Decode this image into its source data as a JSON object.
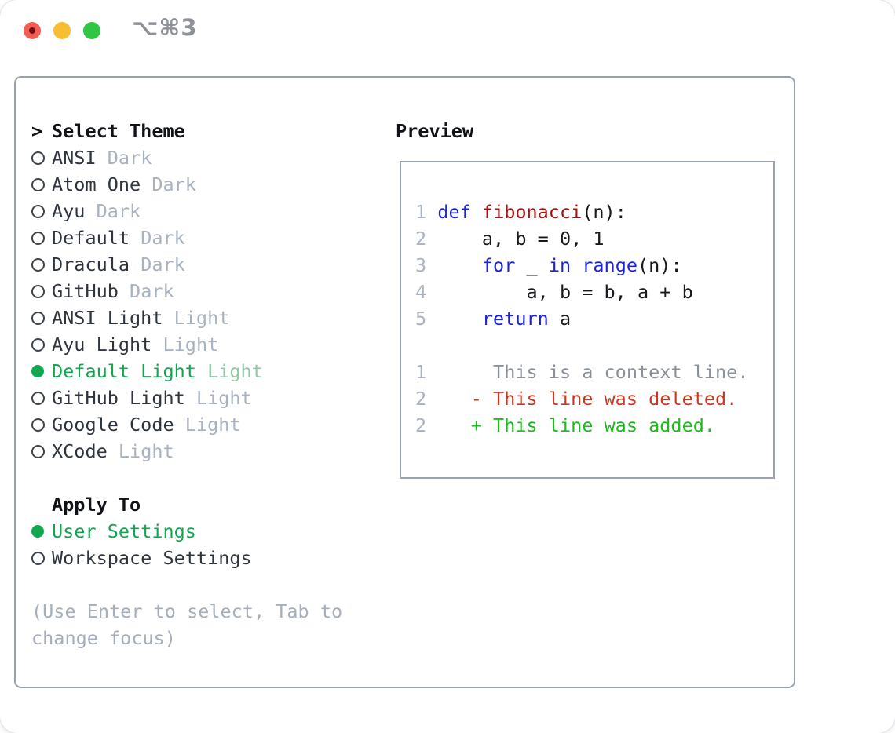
{
  "window": {
    "title": "⌥⌘3",
    "traffic_lights": [
      "close",
      "minimize",
      "zoom"
    ]
  },
  "colors": {
    "accent_green": "#0fa84f",
    "diff_added_green": "#1cba1c",
    "diff_deleted_red": "#c63a22",
    "keyword_blue": "#1c23e0",
    "function_red": "#a31515",
    "muted_gray": "#a9b2c0",
    "panel_border": "#99a2ac"
  },
  "theme_selector": {
    "header_marker": ">",
    "header": "Select Theme",
    "items": [
      {
        "name": "ANSI",
        "variant": "Dark",
        "selected": false
      },
      {
        "name": "Atom One",
        "variant": "Dark",
        "selected": false
      },
      {
        "name": "Ayu",
        "variant": "Dark",
        "selected": false
      },
      {
        "name": "Default",
        "variant": "Dark",
        "selected": false
      },
      {
        "name": "Dracula",
        "variant": "Dark",
        "selected": false
      },
      {
        "name": "GitHub",
        "variant": "Dark",
        "selected": false
      },
      {
        "name": "ANSI Light",
        "variant": "Light",
        "selected": false
      },
      {
        "name": "Ayu Light",
        "variant": "Light",
        "selected": false
      },
      {
        "name": "Default Light",
        "variant": "Light",
        "selected": true
      },
      {
        "name": "GitHub Light",
        "variant": "Light",
        "selected": false
      },
      {
        "name": "Google Code",
        "variant": "Light",
        "selected": false
      },
      {
        "name": "XCode",
        "variant": "Light",
        "selected": false
      }
    ],
    "apply_to": {
      "header": "Apply To",
      "options": [
        {
          "label": "User Settings",
          "selected": true
        },
        {
          "label": "Workspace Settings",
          "selected": false
        }
      ]
    },
    "hint": "(Use Enter to select, Tab to change focus)"
  },
  "preview": {
    "header": "Preview",
    "code_lines": [
      {
        "num": "1",
        "tokens": [
          {
            "t": "def",
            "c": "kw"
          },
          {
            "t": " ",
            "c": "plain"
          },
          {
            "t": "fibonacci",
            "c": "fn"
          },
          {
            "t": "(n):",
            "c": "plain"
          }
        ]
      },
      {
        "num": "2",
        "tokens": [
          {
            "t": "    a, b = 0, 1",
            "c": "plain"
          }
        ]
      },
      {
        "num": "3",
        "tokens": [
          {
            "t": "    ",
            "c": "plain"
          },
          {
            "t": "for",
            "c": "kw"
          },
          {
            "t": " _ ",
            "c": "plain"
          },
          {
            "t": "in",
            "c": "kw"
          },
          {
            "t": " ",
            "c": "plain"
          },
          {
            "t": "range",
            "c": "kw"
          },
          {
            "t": "(n):",
            "c": "plain"
          }
        ]
      },
      {
        "num": "4",
        "tokens": [
          {
            "t": "        a, b = b, a + b",
            "c": "plain"
          }
        ]
      },
      {
        "num": "5",
        "tokens": [
          {
            "t": "    ",
            "c": "plain"
          },
          {
            "t": "return",
            "c": "kw"
          },
          {
            "t": " a",
            "c": "plain"
          }
        ]
      },
      {
        "num": "",
        "tokens": []
      },
      {
        "num": "1",
        "tokens": [
          {
            "t": "     This is a context line.",
            "c": "ctx"
          }
        ]
      },
      {
        "num": "2",
        "tokens": [
          {
            "t": "   - This line was deleted.",
            "c": "del"
          }
        ]
      },
      {
        "num": "2",
        "tokens": [
          {
            "t": "   + This line was added.",
            "c": "add"
          }
        ]
      }
    ]
  }
}
